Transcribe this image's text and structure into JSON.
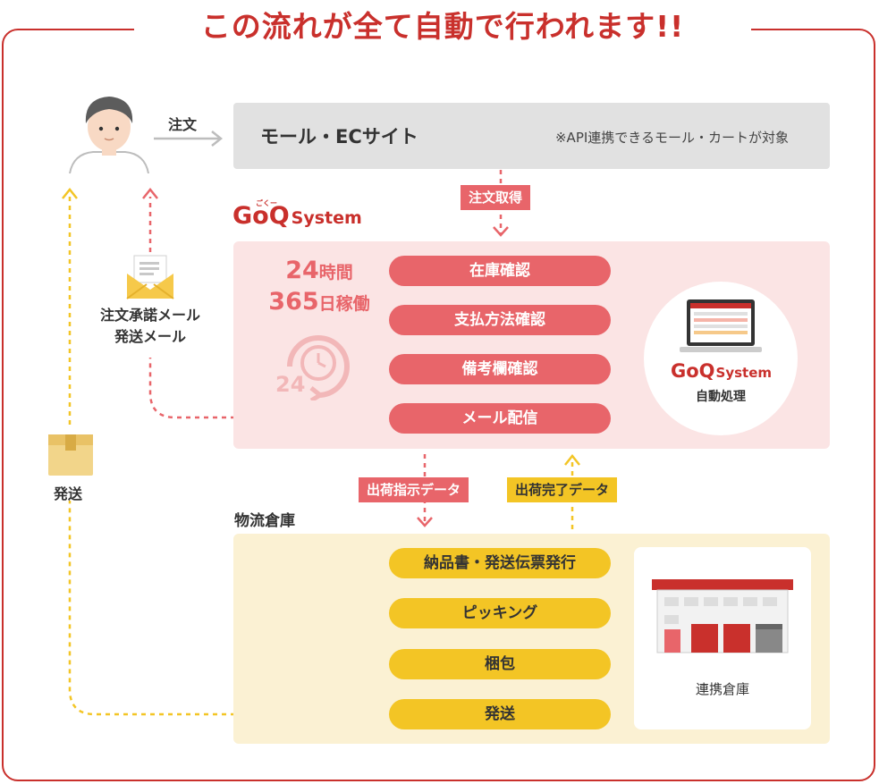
{
  "title": "この流れが全て自動で行われます!!",
  "customer": {
    "order_label": "注文",
    "mail_label_line1": "注文承諾メール",
    "mail_label_line2": "発送メール",
    "ship_label": "発送"
  },
  "mall": {
    "title": "モール・ECサイト",
    "note": "※API連携できるモール・カートが対象"
  },
  "connectors": {
    "order_fetch": "注文取得",
    "ship_instruction": "出荷指示データ",
    "ship_complete": "出荷完了データ"
  },
  "goq": {
    "logo_main": "GoQ",
    "logo_system": "System",
    "logo_ruby": "ごくー",
    "hours_num": "24",
    "hours_unit": "時間",
    "days_num": "365",
    "days_unit": "日稼働",
    "clock_text": "24",
    "steps": [
      "在庫確認",
      "支払方法確認",
      "備考欄確認",
      "メール配信"
    ],
    "auto_label": "自動処理"
  },
  "warehouse": {
    "title": "物流倉庫",
    "steps": [
      "納品書・発送伝票発行",
      "ピッキング",
      "梱包",
      "発送"
    ],
    "partner_label": "連携倉庫"
  },
  "colors": {
    "accent_red": "#c9302c",
    "step_red": "#e8656a",
    "step_yellow": "#f3c525",
    "goq_bg": "#fbe4e4",
    "warehouse_bg": "#fbf1d3",
    "mall_bg": "#e1e1e1"
  },
  "icons": [
    "customer-avatar-icon",
    "mail-envelope-icon",
    "package-box-icon",
    "clock-24-icon",
    "laptop-icon",
    "warehouse-building-icon"
  ]
}
